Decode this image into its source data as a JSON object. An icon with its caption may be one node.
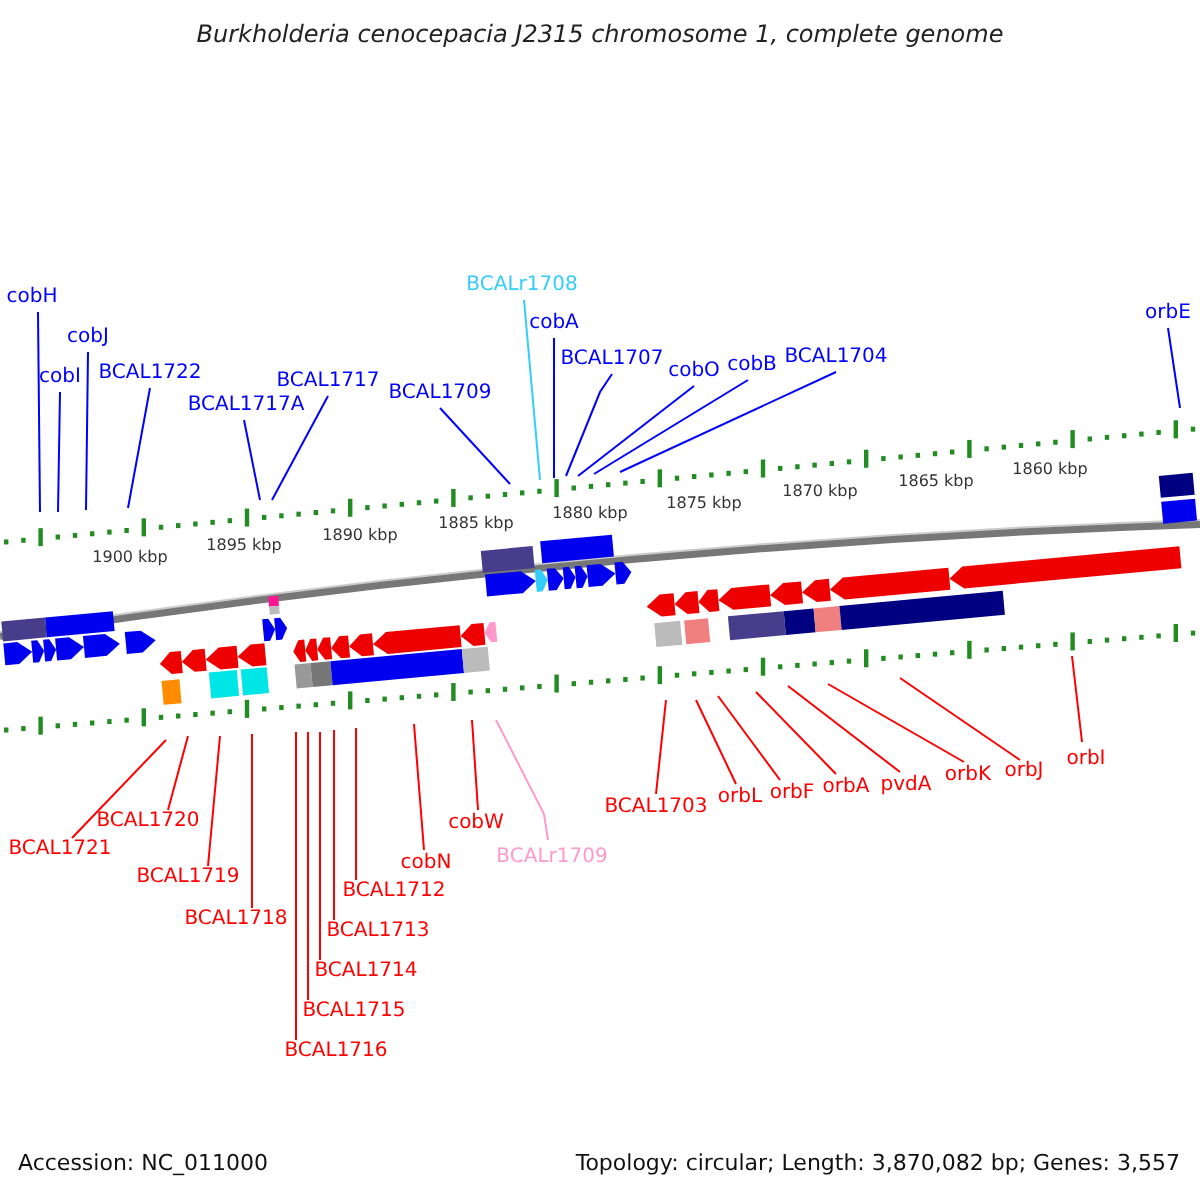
{
  "diagram": {
    "title": "Burkholderia cenocepacia J2315 chromosome 1, complete genome",
    "nodes": [
      {
        "text": [
          "cobH"
        ]
      },
      {
        "text": [
          "cobJ"
        ]
      },
      {
        "text": [
          "cobI"
        ]
      },
      {
        "text": [
          "BCAL1722"
        ]
      },
      {
        "text": [
          "BCAL1717"
        ]
      },
      {
        "text": [
          "BCAL1717A"
        ]
      },
      {
        "text": [
          "BCAL1709"
        ]
      },
      {
        "text": [
          "BCALr1708"
        ]
      },
      {
        "text": [
          "cobA"
        ]
      },
      {
        "text": [
          "BCAL1707"
        ]
      },
      {
        "text": [
          "cobO"
        ]
      },
      {
        "text": [
          "cobB"
        ]
      },
      {
        "text": [
          "BCAL1704"
        ]
      },
      {
        "text": [
          "orbE"
        ]
      },
      {
        "text": [
          "BCAL1721"
        ]
      },
      {
        "text": [
          "BCAL1720"
        ]
      },
      {
        "text": [
          "BCAL1718"
        ]
      },
      {
        "text": [
          "BCAL1712"
        ]
      },
      {
        "text": [
          "BCAL1719"
        ]
      },
      {
        "text": [
          "BCAL1713"
        ]
      },
      {
        "text": [
          "BCAL1714"
        ]
      },
      {
        "text": [
          "BCAL1715"
        ]
      },
      {
        "text": [
          "BCAL1716"
        ]
      },
      {
        "text": [
          "cobN"
        ]
      },
      {
        "text": [
          "cobW"
        ]
      },
      {
        "text": [
          "BCALr1709"
        ]
      },
      {
        "text": [
          "BCAL1703"
        ]
      },
      {
        "text": [
          "orbL"
        ]
      },
      {
        "text": [
          "orbF"
        ]
      },
      {
        "text": [
          "orbA"
        ]
      },
      {
        "text": [
          "pvdA"
        ]
      },
      {
        "text": [
          "orbK"
        ]
      },
      {
        "text": [
          "orbJ"
        ]
      },
      {
        "text": [
          "orbI"
        ]
      }
    ],
    "edges": [
      {
        "from": 0,
        "to": null,
        "arrow": "none",
        "color": "#0000ff"
      },
      {
        "from": 1,
        "to": null,
        "arrow": "none",
        "color": "#0000ff"
      },
      {
        "from": 2,
        "to": null,
        "arrow": "none",
        "color": "#0000ff"
      },
      {
        "from": 3,
        "to": null,
        "arrow": "none",
        "color": "#0000ff"
      },
      {
        "from": 4,
        "to": null,
        "arrow": "none",
        "color": "#0000ff"
      },
      {
        "from": 5,
        "to": null,
        "arrow": "none",
        "color": "#0000ff"
      },
      {
        "from": 6,
        "to": null,
        "arrow": "none",
        "color": "#0000ff"
      },
      {
        "from": 7,
        "to": null,
        "arrow": "none",
        "color": "#33ccff"
      },
      {
        "from": 8,
        "to": null,
        "arrow": "none",
        "color": "#0000ff"
      },
      {
        "from": 9,
        "to": null,
        "arrow": "none",
        "color": "#0000ff"
      },
      {
        "from": 10,
        "to": null,
        "arrow": "none",
        "color": "#0000ff"
      },
      {
        "from": 11,
        "to": null,
        "arrow": "none",
        "color": "#0000ff"
      },
      {
        "from": 12,
        "to": null,
        "arrow": "none",
        "color": "#0000ff"
      },
      {
        "from": 13,
        "to": null,
        "arrow": "none",
        "color": "#0000ff"
      },
      {
        "from": 14,
        "to": null,
        "arrow": "none"
      },
      {
        "from": 15,
        "to": null,
        "arrow": "none"
      },
      {
        "from": 16,
        "to": null,
        "arrow": "none"
      },
      {
        "from": 17,
        "to": null,
        "arrow": "none"
      },
      {
        "from": 18,
        "to": null,
        "arrow": "none"
      },
      {
        "from": 19,
        "to": null,
        "arrow": "none"
      },
      {
        "from": 20,
        "to": null,
        "arrow": "none"
      },
      {
        "from": 21,
        "to": null,
        "arrow": "none"
      },
      {
        "from": 22,
        "to": null,
        "arrow": "none"
      },
      {
        "from": 23,
        "to": null,
        "arrow": "none"
      },
      {
        "from": 24,
        "to": null,
        "arrow": "none"
      },
      {
        "from": 25,
        "to": null,
        "arrow": "none",
        "color": "#ff99cc"
      },
      {
        "from": 26,
        "to": null,
        "arrow": "none"
      },
      {
        "from": 27,
        "to": null,
        "arrow": "none"
      },
      {
        "from": 28,
        "to": null,
        "arrow": "none"
      },
      {
        "from": 29,
        "to": null,
        "arrow": "none"
      },
      {
        "from": 30,
        "to": null,
        "arrow": "none"
      },
      {
        "from": 31,
        "to": null,
        "arrow": "none"
      },
      {
        "from": 32,
        "to": null,
        "arrow": "none"
      },
      {
        "from": 33,
        "to": null,
        "arrow": "none"
      }
    ],
    "labels": [
      "1900 kbp",
      "1895 kbp",
      "1890 kbp",
      "1885 kbp",
      "1880 kbp",
      "1875 kbp",
      "1870 kbp",
      "1865 kbp",
      "1860 kbp",
      "Accession: NC_011000",
      "Topology: circular; Length: 3,870,082 bp; Genes: 3,557"
    ]
  }
}
